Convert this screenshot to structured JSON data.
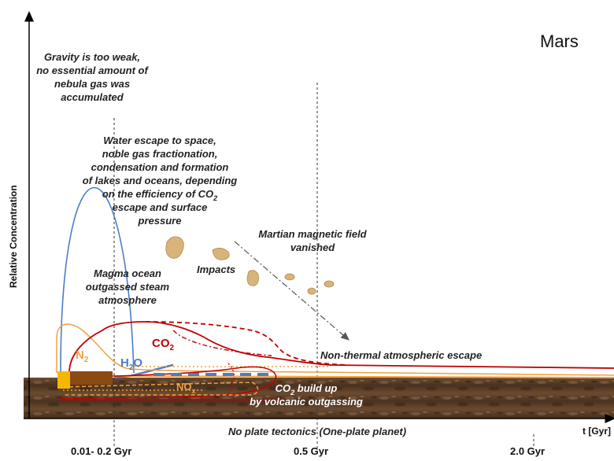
{
  "title": "Mars",
  "y_axis_label": "Relative Concentration",
  "x_axis_label": "t [Gyr]",
  "ticks": [
    "0.01- 0.2 Gyr",
    "0.5 Gyr",
    "2.0 Gyr"
  ],
  "annotations": {
    "gravity": [
      "Gravity is too weak,",
      "no essential amount of",
      "nebula gas was",
      "accumulated"
    ],
    "water_escape": [
      "Water  escape to space,",
      "noble gas fractionation,",
      "condensation and formation",
      "of lakes and oceans, depending",
      "on the efficiency of CO",
      "escape and surface",
      "pressure"
    ],
    "magnetic": [
      "Martian magnetic field",
      "vanished"
    ],
    "impacts": "Impacts",
    "magma": [
      "Magma ocean",
      "outgassed steam",
      "atmosphere"
    ],
    "nonthermal": "Non-thermal atmospheric escape",
    "volcanic": [
      "CO",
      " build up",
      "by volcanic outgassing"
    ],
    "tectonics": "No plate tectonics (One-plate planet)"
  },
  "subscript_two": "2",
  "species": {
    "n2": "N",
    "co2": "CO",
    "h2o": "H",
    "h2o_tail": "O",
    "nox": "NO"
  },
  "subscript_x": "x",
  "colors": {
    "co2": "#c00000",
    "h2o": "#4a7ec6",
    "n2": "#f0a040",
    "nox": "#f0a040",
    "ground": "#5a3f2a",
    "magma_block": "#f5b800",
    "crust_block": "#8b4a14"
  }
}
